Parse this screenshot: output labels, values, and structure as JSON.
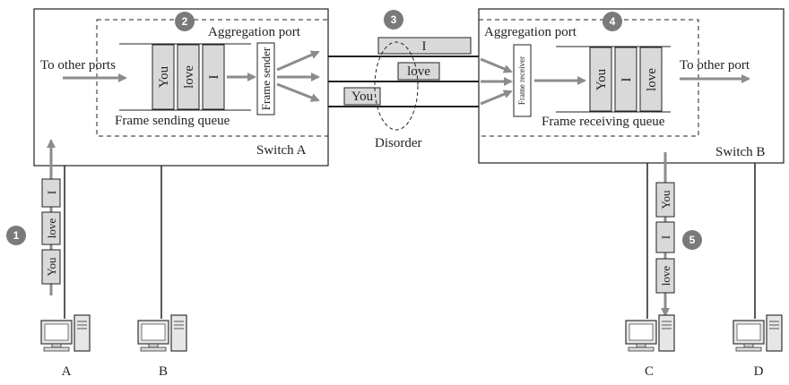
{
  "switch_a": {
    "name": "Switch A",
    "aggregation_label": "Aggregation port",
    "to_other_ports": "To other ports",
    "queue_label": "Frame sending queue",
    "queue_frames": [
      "You",
      "love",
      "I"
    ],
    "frame_sender": "Frame sender"
  },
  "switch_b": {
    "name": "Switch B",
    "aggregation_label": "Aggregation port",
    "to_other_port": "To other port",
    "queue_label": "Frame receiving queue",
    "queue_frames": [
      "You",
      "I",
      "love"
    ],
    "frame_receiver": "Frame receiver"
  },
  "links": {
    "frames": [
      "I",
      "love",
      "You"
    ],
    "disorder_label": "Disorder"
  },
  "hosts": {
    "a": "A",
    "b": "B",
    "c": "C",
    "d": "D"
  },
  "host_a_frames": [
    "I",
    "love",
    "You"
  ],
  "host_c_frames": [
    "You",
    "I",
    "love"
  ],
  "steps": [
    "1",
    "2",
    "3",
    "4",
    "5"
  ],
  "colors": {
    "badge": "#7a7a7a",
    "frame_fill": "#d9d9d9",
    "arrow": "#8c8c8c",
    "line": "#222222"
  }
}
